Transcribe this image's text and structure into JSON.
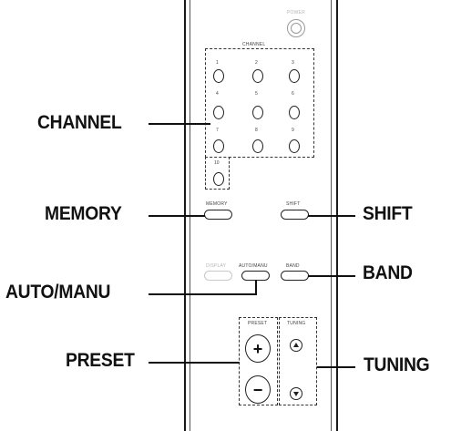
{
  "callouts": {
    "channel": "CHANNEL",
    "memory": "MEMORY",
    "shift": "SHIFT",
    "auto_manu": "AUTO/MANU",
    "band": "BAND",
    "preset": "PRESET",
    "tuning": "TUNING"
  },
  "remote": {
    "power_label": "POWER",
    "channel_group_label": "CHANNEL",
    "channel_numbers": [
      "1",
      "2",
      "3",
      "4",
      "5",
      "6",
      "7",
      "8",
      "9",
      "10"
    ],
    "memory_key": "MEMORY",
    "shift_key": "SHIFT",
    "display_key": "DISPLAY",
    "auto_manu_key": "AUTO/MANU",
    "band_key": "BAND",
    "preset_group_label": "PRESET",
    "tuning_group_label": "TUNING",
    "preset_plus": "+",
    "preset_minus": "−"
  },
  "icons": {
    "power": "power-icon",
    "tuning_up": "triangle-up-icon",
    "tuning_down": "triangle-down-icon"
  },
  "colors": {
    "line": "#111111",
    "background": "#ffffff",
    "faded_label": "#b5b5b5"
  }
}
